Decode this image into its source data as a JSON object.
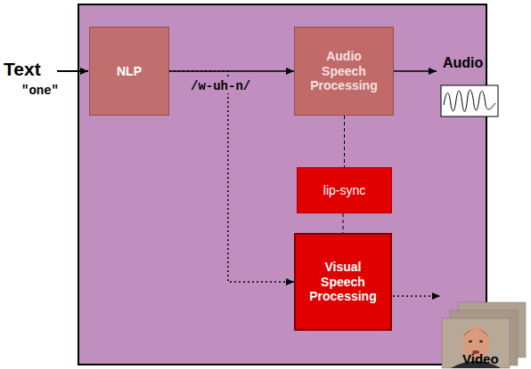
{
  "diagram": {
    "nodes": [
      {
        "text": [
          "NLP"
        ]
      },
      {
        "text": [
          "Audio Speech Processing"
        ]
      },
      {
        "text": [
          "lip-sync"
        ]
      },
      {
        "text": [
          "Visual Speech Processing"
        ]
      }
    ],
    "edges": [
      {
        "from": 0,
        "to": 1,
        "arrow": "to",
        "label": "/w-uh-n/"
      },
      {
        "from": 0,
        "to": 3,
        "arrow": "to"
      },
      {
        "from": 1,
        "to": 2,
        "arrow": "none"
      },
      {
        "from": 2,
        "to": 3,
        "arrow": "none"
      }
    ],
    "labels": [
      "Text",
      "\"one\"",
      "Audio",
      "Video"
    ]
  }
}
